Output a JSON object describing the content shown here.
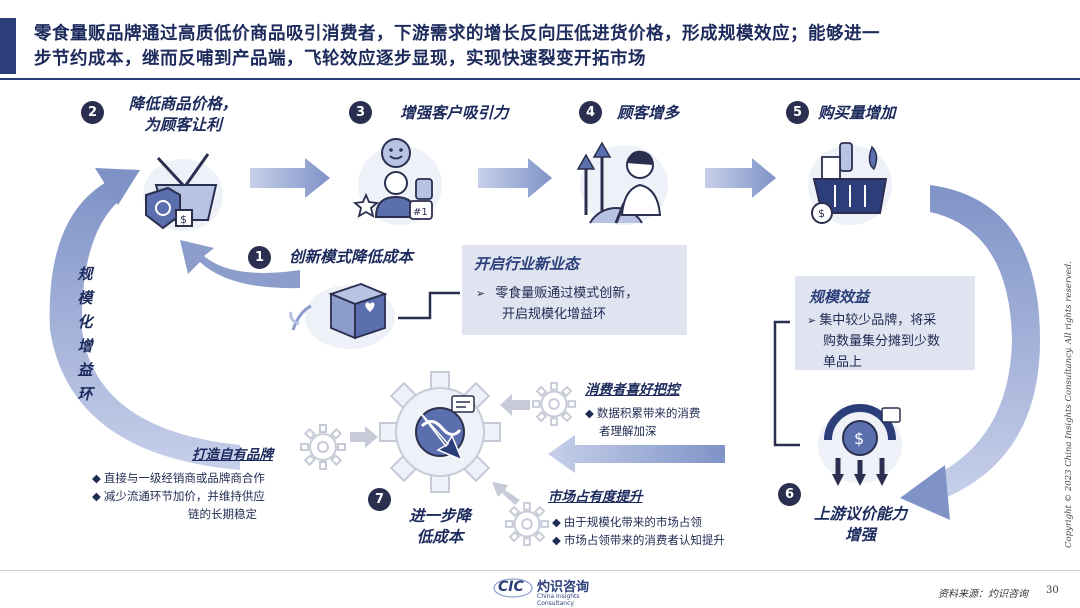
{
  "headline": {
    "line1": "零食量贩品牌通过高质低价商品吸引消费者，下游需求的增长反向压低进货价格，形成规模效应；能够进一",
    "line2": "步节约成本，继而反哺到产品端，飞轮效应逐步显现，实现快速裂变开拓市场"
  },
  "steps": [
    {
      "num": "1",
      "label": "创新模式降低成本"
    },
    {
      "num": "2",
      "label_line1": "降低商品价格，",
      "label_line2": "为顾客让利"
    },
    {
      "num": "3",
      "label": "增强客户吸引力"
    },
    {
      "num": "4",
      "label": "顾客增多"
    },
    {
      "num": "5",
      "label": "购买量增加"
    },
    {
      "num": "6",
      "label_line1": "上游议价能力",
      "label_line2": "增强"
    },
    {
      "num": "7",
      "label_line1": "进一步降",
      "label_line2": "低成本"
    }
  ],
  "new_industry_box": {
    "title": "开启行业新业态",
    "bullet_mark": "➢",
    "line1": "零食量贩通过模式创新，",
    "line2": "开启规模化增益环"
  },
  "scale_box": {
    "title": "规模效益",
    "bullet_mark": "➢",
    "line1": "集中较少品牌，将采",
    "line2": "购数量集分摊到少数",
    "line3": "单品上"
  },
  "side_label": [
    "规",
    "模",
    "化",
    "增",
    "益",
    "环"
  ],
  "own_brand": {
    "title": "打造自有品牌",
    "bullet_mark": "◆",
    "b1": "直接与一级经销商或品牌商合作",
    "b2_line1": "减少流通环节加价，并维持供应",
    "b2_line2": "链的长期稳定"
  },
  "consumer_pref": {
    "title": "消费者喜好把控",
    "bullet_mark": "◆",
    "b1_line1": "数据积累带来的消费",
    "b1_line2": "者理解加深"
  },
  "market_share": {
    "title": "市场占有度提升",
    "bullet_mark": "◆",
    "b1": "由于规模化带来的市场占领",
    "b2": "市场占领带来的消费者认知提升"
  },
  "copyright": "Copyright © 2023 China Insights Consultancy. All rights reserved.",
  "source": "资料来源：灼识咨询",
  "page_number": "30",
  "logo": {
    "mark": "CIC",
    "cn": "灼识咨询",
    "en": "China Insights Consultancy"
  },
  "icons": {
    "basket": "shopping-basket-icon",
    "attract": "customer-attraction-icon",
    "growth": "customer-growth-icon",
    "purchase": "purchase-cart-icon",
    "box": "product-box-icon",
    "gear": "cost-reduction-gear-icon",
    "bargain": "bargaining-power-icon"
  },
  "colors": {
    "navy": "#2c3e7a",
    "arrow": "#8c9dcc",
    "box": "#dfe4f0",
    "badge": "#2b2f4f"
  }
}
